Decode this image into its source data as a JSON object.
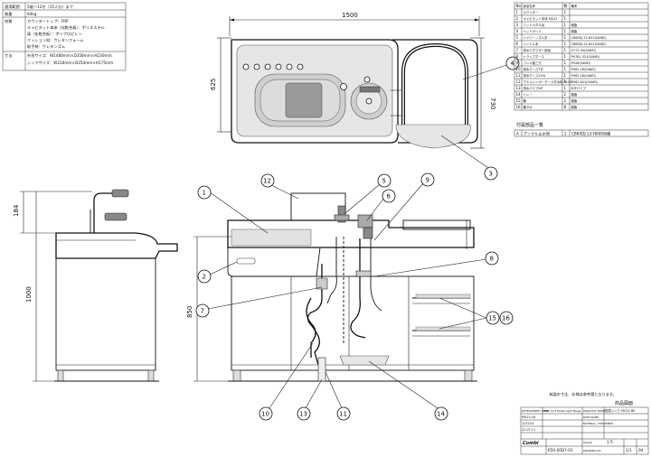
{
  "spec_table": [
    {
      "label": "適用範囲",
      "lines": [
        "5歳〜12才（15人分）まで"
      ]
    },
    {
      "label": "質量",
      "lines": [
        "64kg"
      ]
    },
    {
      "label": "材質",
      "lines": [
        "カウンタートップ：FRP",
        "キャビネット本体（化粧合板）：ポリエステル",
        "扉（化粧合板）：ポリプロピレン",
        "クッション材：ウレタンフォーム",
        "取手材：ウレタンゴム"
      ]
    },
    {
      "label": "寸法",
      "lines": [
        "外形サイズ：W1480mm×D358mm×H230mm",
        "シンクサイズ：W216mm×D254mm×H175mm"
      ]
    }
  ],
  "dims": {
    "top_width": "1500",
    "top_depth": "625",
    "top_total": "730",
    "side_184": "184",
    "side_1000": "1000",
    "front_850": "850"
  },
  "callouts": [
    "1",
    "2",
    "3",
    "4",
    "5",
    "6",
    "7",
    "8",
    "9",
    "10",
    "11",
    "12",
    "13",
    "14",
    "15",
    "16"
  ],
  "parts": {
    "headers": [
      "No.",
      "部品名称",
      "数",
      "備考"
    ],
    "rows": [
      [
        "1",
        "カウンター",
        "1",
        ""
      ],
      [
        "2",
        "キャビネット本体 MU22",
        "1",
        ""
      ],
      [
        "3",
        "フットペダル台",
        "1",
        "樹脂"
      ],
      [
        "4",
        "ヘッドガード",
        "1",
        "樹脂"
      ],
      [
        "5",
        "シャワーノズル本",
        "1",
        "CB60DJ-13-H01(SANEI)"
      ],
      [
        "6",
        "ハンドル本",
        "1",
        "CB60DJ-13-H01(SANEI)"
      ],
      [
        "7",
        "排水アダプター部品",
        "1",
        "H772-30(SANEI)"
      ],
      [
        "8",
        "トラップホース",
        "1",
        "PH781-321(SANEI)"
      ],
      [
        "9",
        "フレキ管三方",
        "1",
        "PH28(SANEI)"
      ],
      [
        "10",
        "排水ホースT字",
        "1",
        "PH62-28(SANEI)"
      ],
      [
        "11",
        "排水ホース250L",
        "1",
        "PH62-28(SANEI)"
      ],
      [
        "12",
        "ウエルシンガーホース付水栓 MU22",
        "1",
        "PH62-841(SANEI)"
      ],
      [
        "13",
        "排水パイプHP",
        "1",
        "JEJPパイプ"
      ],
      [
        "14",
        "トレー",
        "2",
        "樹脂"
      ],
      [
        "15",
        "棚",
        "2",
        "樹脂"
      ],
      [
        "16",
        "棚ダボ",
        "8",
        "樹脂"
      ]
    ]
  },
  "accessory": {
    "title": "付属部品一覧",
    "rows": [
      [
        "A",
        "アングル止水栓",
        "2",
        "CB60DJ-13-H000用備"
      ]
    ]
  },
  "notes": "本図の寸法、仕様は参考値となります。",
  "title_box": {
    "doc_type": "商品図面",
    "rows": [
      [
        "DEVELOPMENT CODE",
        "Bath Unit MU22 Light Beige",
        "PRODUCT NAME",
        "簡易シンク MU22 BE"
      ],
      [
        "MU22-LB",
        "",
        "PART NAME",
        ""
      ],
      [
        "122233",
        "",
        "MATERIAL / TREATMENT",
        ""
      ],
      [
        "22.07.11",
        "",
        "",
        ""
      ]
    ],
    "scale_label": "SCALE",
    "scale": "1:5",
    "drawing_no_label": "DRAWING No.",
    "drawing_no": "K50-S0D7-01",
    "sheet": "1/1",
    "rev": "04",
    "company": "Combi"
  }
}
